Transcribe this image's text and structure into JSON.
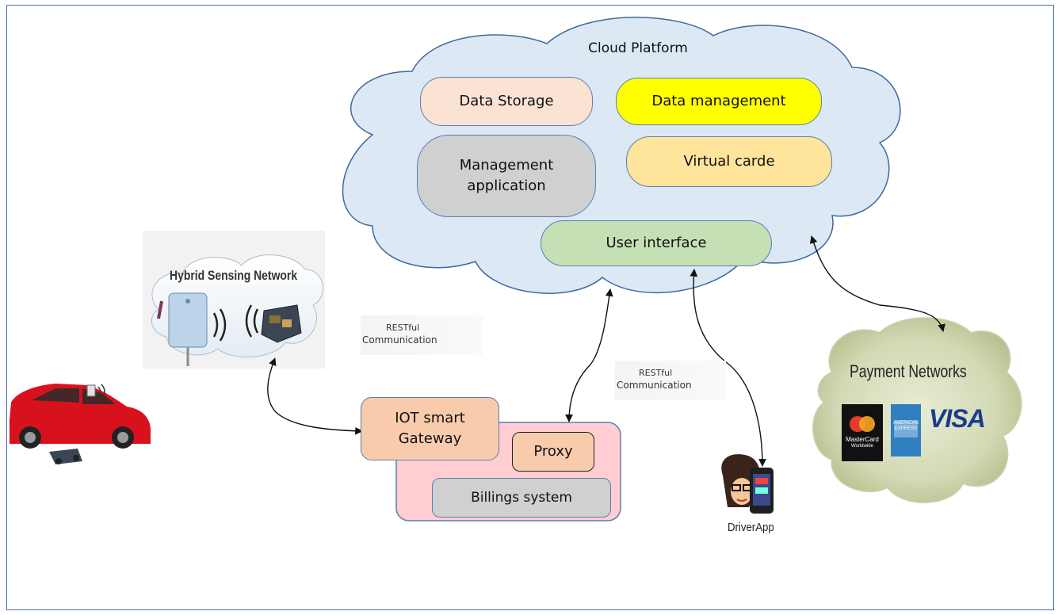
{
  "cloud_platform": {
    "title": "Cloud Platform",
    "components": {
      "data_storage": "Data Storage",
      "data_management": "Data management",
      "management_application": "Management application",
      "virtual_carde": "Virtual carde",
      "user_interface": "User interface"
    }
  },
  "sensing": {
    "title": "Hybrid Sensing Network"
  },
  "gateway": {
    "iot_gateway": "IOT smart Gateway",
    "proxy": "Proxy",
    "billing": "Billings system"
  },
  "restful_labels": {
    "left": {
      "line1": "RESTful",
      "line2": "Communication"
    },
    "right": {
      "line1": "RESTful",
      "line2": "Communication"
    }
  },
  "driver_app": {
    "label": "DriverApp"
  },
  "payment": {
    "title": "Payment Networks",
    "cards": {
      "mastercard_line1": "MasterCard",
      "mastercard_line2": "Worldwide",
      "amex_line1": "AMERICAN",
      "amex_line2": "EXPRESS",
      "visa": "VISA"
    }
  },
  "colors": {
    "cloud_fill": "#dce8f4",
    "cloud_stroke": "#3f6a9a",
    "data_storage": "#fbe3d4",
    "data_management": "#ffff00",
    "management_application": "#d0d0d0",
    "virtual_carde": "#ffe49b",
    "user_interface": "#c5e0b4",
    "iot_gateway": "#f8cbad",
    "gateway_backdrop": "#ffcdd2",
    "billing": "#d0d0d0",
    "car": "#d8121c",
    "payment_cloud": "#cfd6b0"
  }
}
